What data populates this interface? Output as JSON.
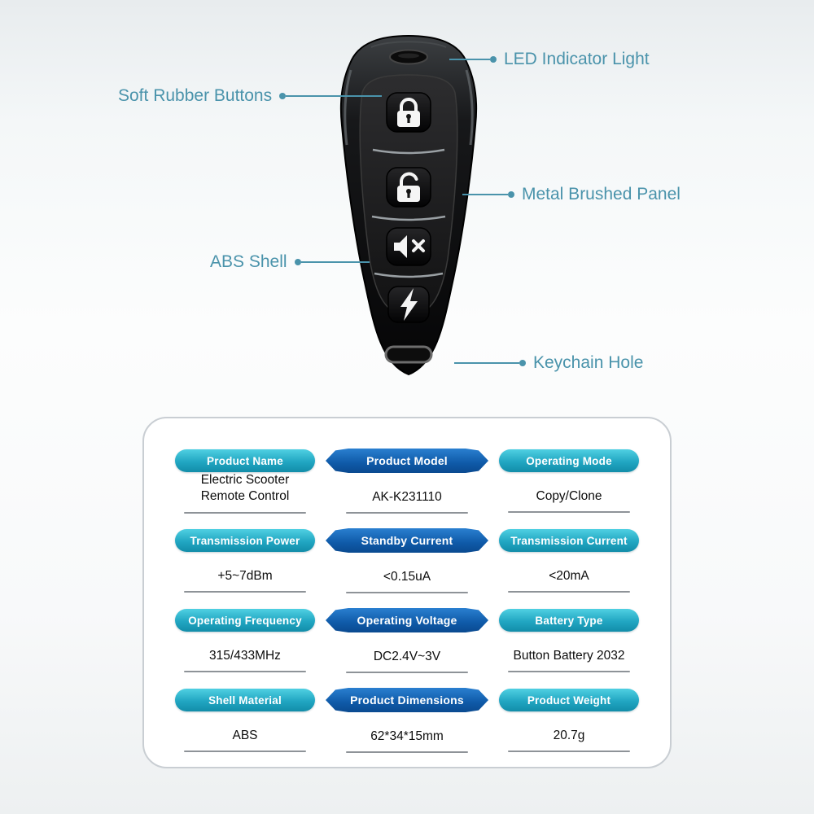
{
  "callouts": {
    "led": "LED Indicator Light",
    "soft_buttons": "Soft Rubber Buttons",
    "panel": "Metal Brushed Panel",
    "shell": "ABS Shell",
    "keychain": "Keychain Hole"
  },
  "remote": {
    "button_icons": [
      "lock-icon",
      "unlock-icon",
      "mute-icon",
      "lightning-icon"
    ],
    "other_parts": [
      "led-window",
      "keychain-slot"
    ]
  },
  "colors": {
    "callout_accent": "#4a93ab",
    "teal_pill": "#1f9fbd",
    "blue_pill": "#0d55a0",
    "card_border": "#c9ced3"
  },
  "spec": {
    "rows": [
      {
        "cells": [
          {
            "header": "Product Name",
            "value": "Electric Scooter\nRemote Control"
          },
          {
            "header": "Product Model",
            "value": "AK-K231110"
          },
          {
            "header": "Operating Mode",
            "value": "Copy/Clone"
          }
        ]
      },
      {
        "cells": [
          {
            "header": "Transmission Power",
            "value": "+5~7dBm"
          },
          {
            "header": "Standby Current",
            "value": "<0.15uA"
          },
          {
            "header": "Transmission Current",
            "value": "<20mA"
          }
        ]
      },
      {
        "cells": [
          {
            "header": "Operating Frequency",
            "value": "315/433MHz"
          },
          {
            "header": "Operating Voltage",
            "value": "DC2.4V~3V"
          },
          {
            "header": "Battery Type",
            "value": "Button Battery 2032"
          }
        ]
      },
      {
        "cells": [
          {
            "header": "Shell Material",
            "value": "ABS"
          },
          {
            "header": "Product Dimensions",
            "value": "62*34*15mm"
          },
          {
            "header": "Product Weight",
            "value": "20.7g"
          }
        ]
      }
    ]
  }
}
